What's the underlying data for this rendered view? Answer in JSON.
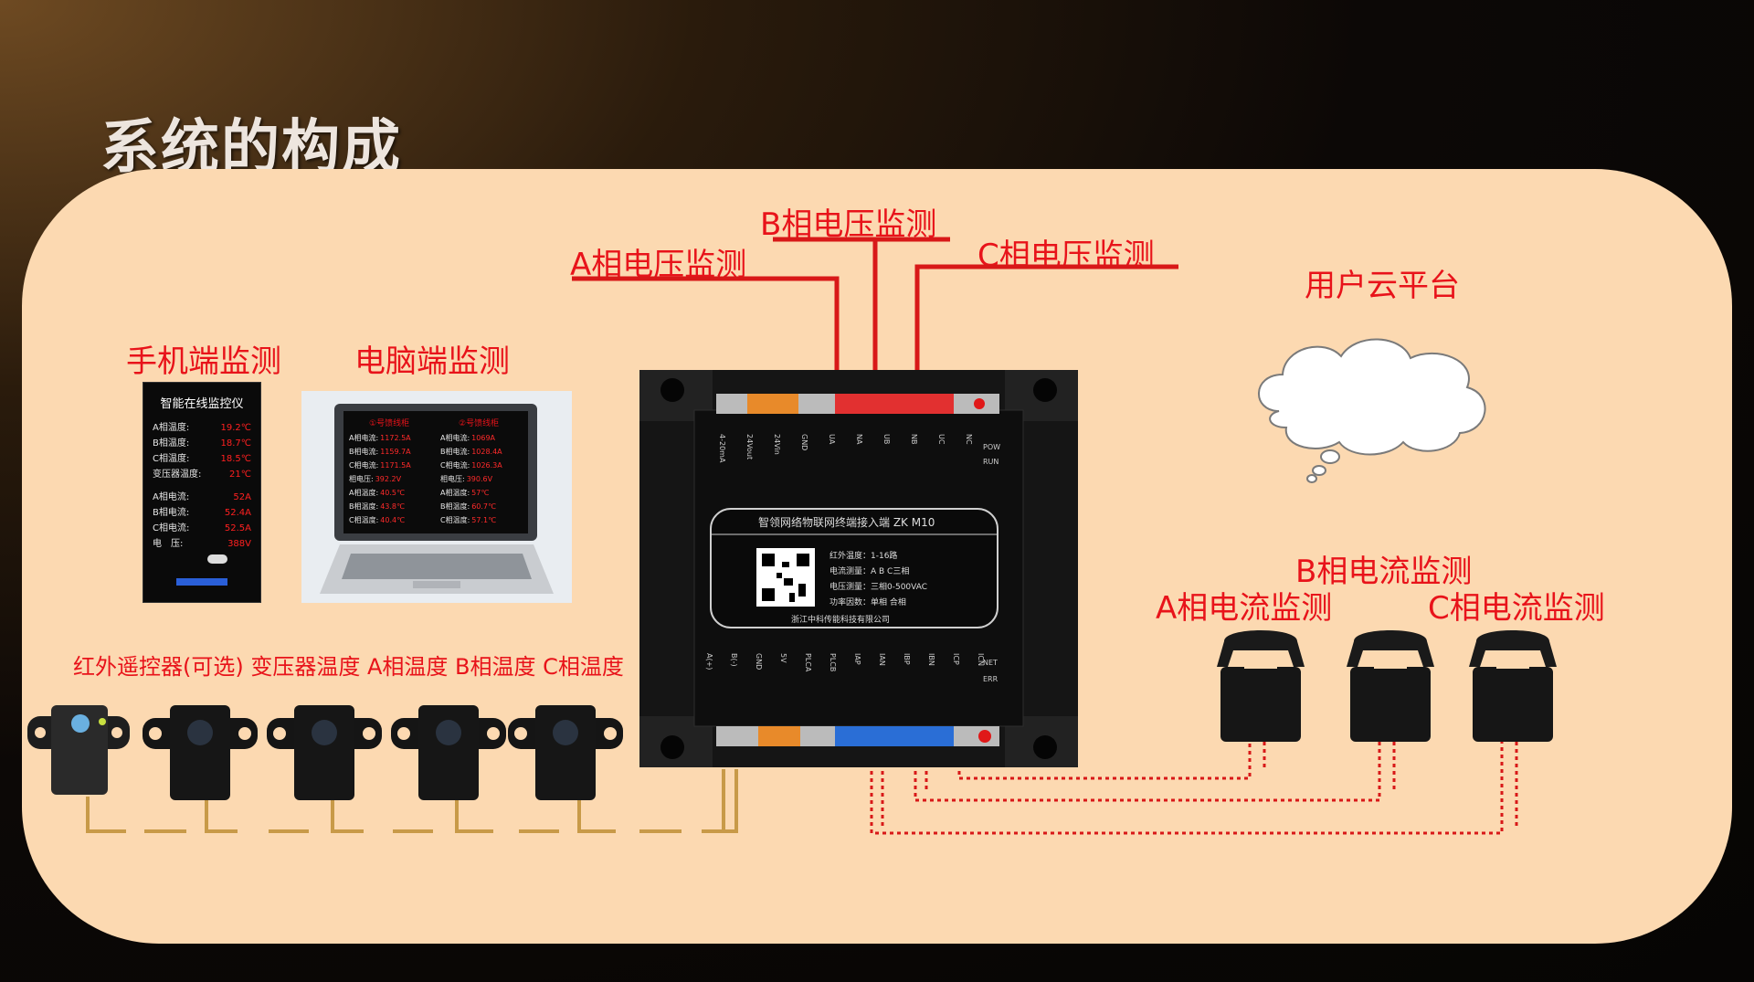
{
  "title": "系统的构成",
  "labels": {
    "b_voltage": "B相电压监测",
    "a_voltage": "A相电压监测",
    "c_voltage": "C相电压监测",
    "cloud": "用户云平台",
    "phone": "手机端监测",
    "pc": "电脑端监测",
    "b_current": "B相电流监测",
    "a_current": "A相电流监测",
    "c_current": "C相电流监测",
    "sensors": "红外遥控器(可选) 变压器温度 A相温度 B相温度 C相温度"
  },
  "phone": {
    "title": "智能在线监控仪",
    "rows": [
      {
        "label": "A相温度:",
        "value": "19.2℃"
      },
      {
        "label": "B相温度:",
        "value": "18.7℃"
      },
      {
        "label": "C相温度:",
        "value": "18.5℃"
      },
      {
        "label": "变压器温度:",
        "value": "21℃"
      },
      {
        "label": "A相电流:",
        "value": "52A"
      },
      {
        "label": "B相电流:",
        "value": "52.4A"
      },
      {
        "label": "C相电流:",
        "value": "52.5A"
      },
      {
        "label": "电　压:",
        "value": "388V"
      }
    ]
  },
  "laptop": {
    "col1_title": "①号馈线柜",
    "col2_title": "②号馈线柜",
    "col1": [
      {
        "label": "A相电流:",
        "value": "1172.5A"
      },
      {
        "label": "B相电流:",
        "value": "1159.7A"
      },
      {
        "label": "C相电流:",
        "value": "1171.5A"
      },
      {
        "label": "相电压:",
        "value": "392.2V"
      },
      {
        "label": "A相温度:",
        "value": "40.5℃"
      },
      {
        "label": "B相温度:",
        "value": "43.8℃"
      },
      {
        "label": "C相温度:",
        "value": "40.4℃"
      }
    ],
    "col2": [
      {
        "label": "A相电流:",
        "value": "1069A"
      },
      {
        "label": "B相电流:",
        "value": "1028.4A"
      },
      {
        "label": "C相电流:",
        "value": "1026.3A"
      },
      {
        "label": "相电压:",
        "value": "390.6V"
      },
      {
        "label": "A相温度:",
        "value": "57℃"
      },
      {
        "label": "B相温度:",
        "value": "60.7℃"
      },
      {
        "label": "C相温度:",
        "value": "57.1℃"
      }
    ]
  },
  "device": {
    "name": "智领网络物联网终端接入端 ZK M10",
    "specs": [
      "红外温度：1-16路",
      "电流测量：A B C三相",
      "电压测量：三相0-500VAC",
      "功率因数：单相 合相"
    ],
    "maker": "浙江中科传能科技有限公司",
    "top_terminals": [
      "4-20mA",
      "24Vout",
      "24Vin",
      "GND",
      "UA",
      "NA",
      "UB",
      "NB",
      "UC",
      "NC"
    ],
    "bottom_terminals": [
      "A(+)",
      "B(-)",
      "GND",
      "5V",
      "PLCA",
      "PLCB",
      "IAP",
      "IAN",
      "IBP",
      "IBN",
      "ICP",
      "ICN"
    ],
    "leds_top": [
      "POW",
      "RUN"
    ],
    "leds_bottom": [
      "NET",
      "ERR"
    ]
  },
  "colors": {
    "accent": "#e8131a",
    "panel": "#fcd9b1",
    "wire_gold": "#c89a48",
    "wire_red": "#d81818"
  }
}
